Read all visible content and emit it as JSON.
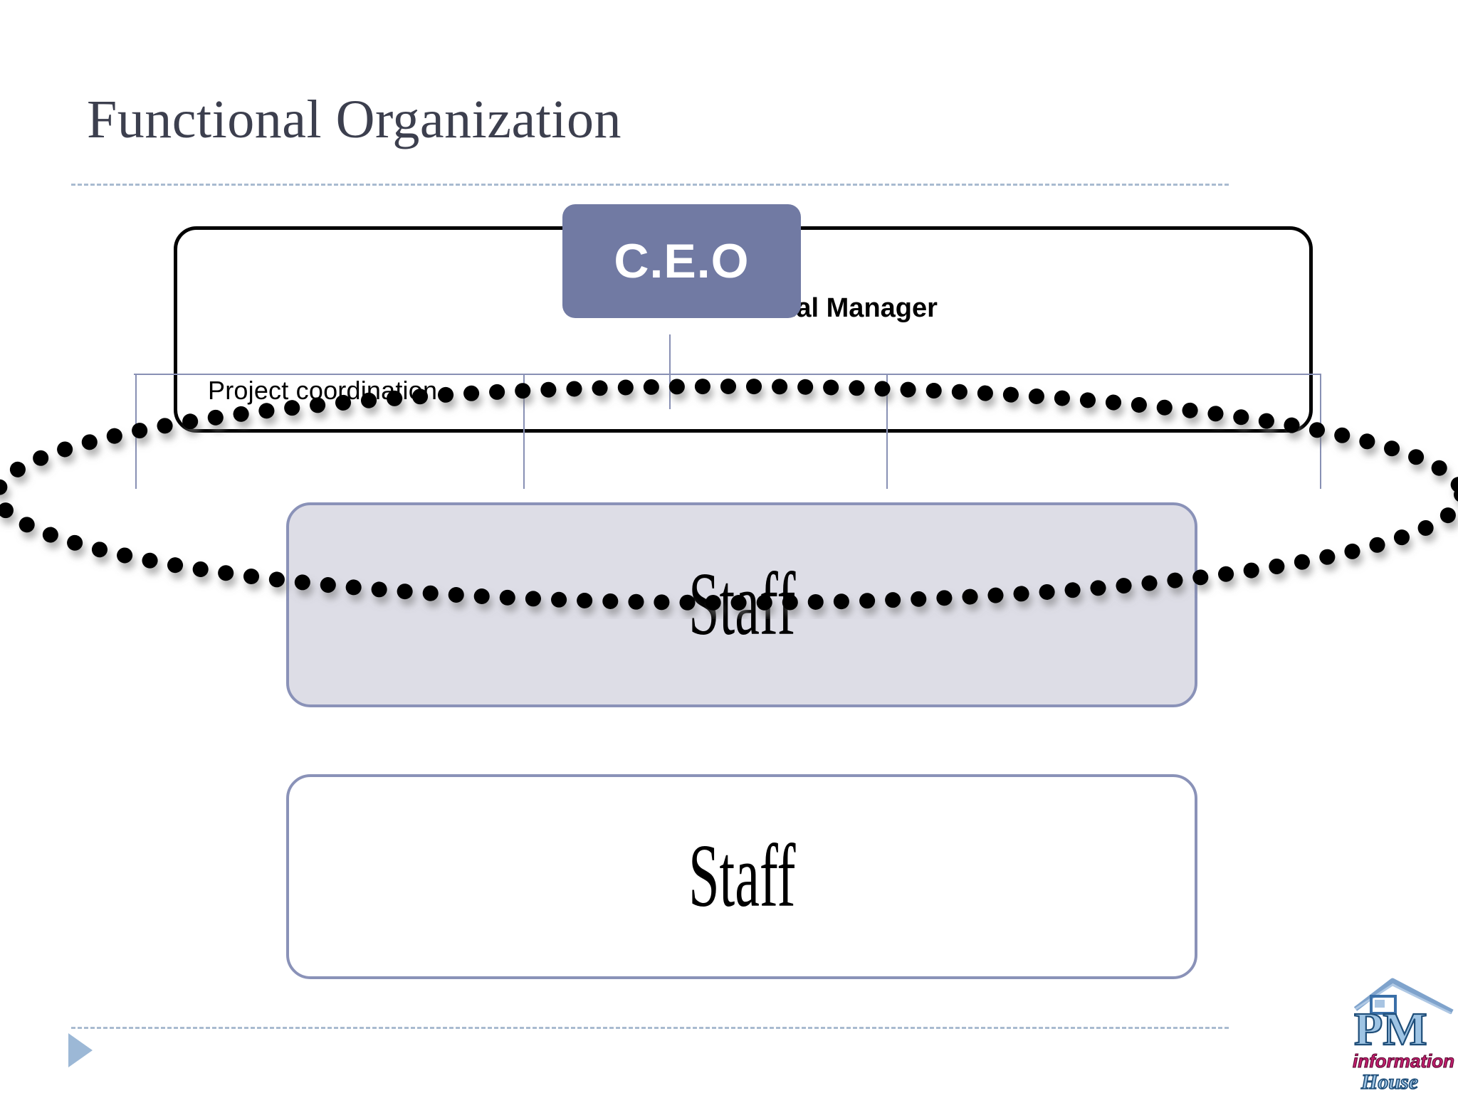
{
  "slide": {
    "title": "Functional Organization",
    "background_color": "#FFFFFF",
    "divider_color": "#A9BBD0"
  },
  "org_chart": {
    "type": "organization-chart",
    "root": {
      "label": "C.E.O",
      "fill_color": "#717AA3",
      "text_color": "#FFFFFF"
    },
    "branch_label": "Functional Manager",
    "annotation": "Project coordination",
    "nodes": [
      {
        "label": "Staff",
        "fill_color": "#DDDDE6",
        "border_color": "#8A92B8",
        "highlighted": true
      },
      {
        "label": "Staff",
        "fill_color": "#FFFFFF",
        "border_color": "#8A92B8",
        "highlighted": false
      }
    ],
    "coordination_ellipse": {
      "style": "dotted",
      "color": "#000000"
    },
    "outer_group_border_color": "#000000",
    "connector_color": "#8890B4"
  },
  "footer": {
    "next_button": "next-slide",
    "next_color": "#9CB8D6"
  },
  "logo": {
    "primary": "PM",
    "secondary": "information",
    "tertiary": "House",
    "primary_color": "#2E5C8A",
    "secondary_color": "#C41E6E",
    "tertiary_color": "#2E5C8A",
    "roof_color": "#7FA3CC"
  }
}
